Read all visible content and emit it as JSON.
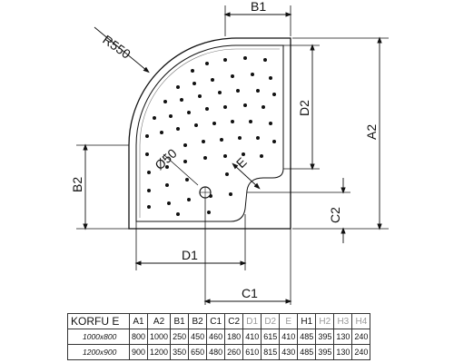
{
  "diagram": {
    "labels": {
      "b1": "B1",
      "r550": "R550",
      "d2": "D2",
      "a2": "A2",
      "o50": "Ø50",
      "e": "E",
      "b2": "B2",
      "c2": "C2",
      "d1": "D1",
      "c1": "C1"
    }
  },
  "table": {
    "model": "KORFU E",
    "columns": [
      "A1",
      "A2",
      "B1",
      "B2",
      "C1",
      "C2",
      "D1",
      "D2",
      "E",
      "H1",
      "H2",
      "H3",
      "H4"
    ],
    "grey_columns": [
      "D1",
      "D2",
      "E",
      "H2",
      "H3",
      "H4"
    ],
    "rows": [
      {
        "size": "1000x800",
        "values": [
          "800",
          "1000",
          "250",
          "450",
          "460",
          "180",
          "410",
          "615",
          "410",
          "485",
          "395",
          "130",
          "240"
        ]
      },
      {
        "size": "1200x900",
        "values": [
          "900",
          "1200",
          "350",
          "650",
          "480",
          "260",
          "610",
          "815",
          "430",
          "485",
          "395",
          "130",
          "240"
        ]
      }
    ]
  }
}
